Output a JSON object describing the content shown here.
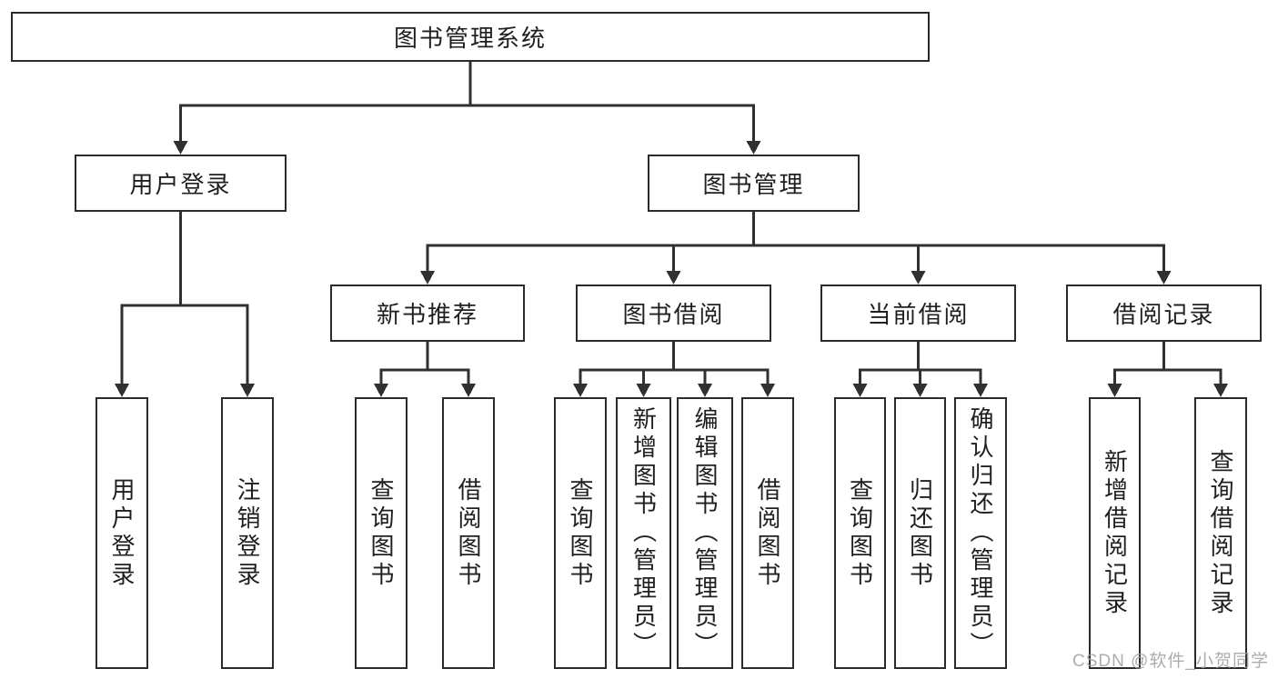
{
  "diagram": {
    "root": {
      "label": "图书管理系统"
    },
    "user_login": {
      "label": "用户登录",
      "children": [
        {
          "label": "用户登录"
        },
        {
          "label": "注销登录"
        }
      ]
    },
    "book_mgmt": {
      "label": "图书管理"
    },
    "new_book": {
      "label": "新书推荐",
      "children": [
        {
          "label": "查询图书"
        },
        {
          "label": "借阅图书"
        }
      ]
    },
    "book_borrow": {
      "label": "图书借阅",
      "children": [
        {
          "label": "查询图书"
        },
        {
          "label": "新增图书（管理员）"
        },
        {
          "label": "编辑图书（管理员）"
        },
        {
          "label": "借阅图书"
        }
      ]
    },
    "current_borrow": {
      "label": "当前借阅",
      "children": [
        {
          "label": "查询图书"
        },
        {
          "label": "归还图书"
        },
        {
          "label": "确认归还（管理员）"
        }
      ]
    },
    "borrow_records": {
      "label": "借阅记录",
      "children": [
        {
          "label": "新增借阅记录"
        },
        {
          "label": "查询借阅记录"
        }
      ]
    }
  },
  "watermark": {
    "text": "CSDN @软件_小贺同学"
  },
  "colors": {
    "line": "#303030",
    "box_border": "#2b2b2b",
    "text": "#1f1f1f",
    "background": "#ffffff",
    "watermark": "#9e9e9e"
  }
}
